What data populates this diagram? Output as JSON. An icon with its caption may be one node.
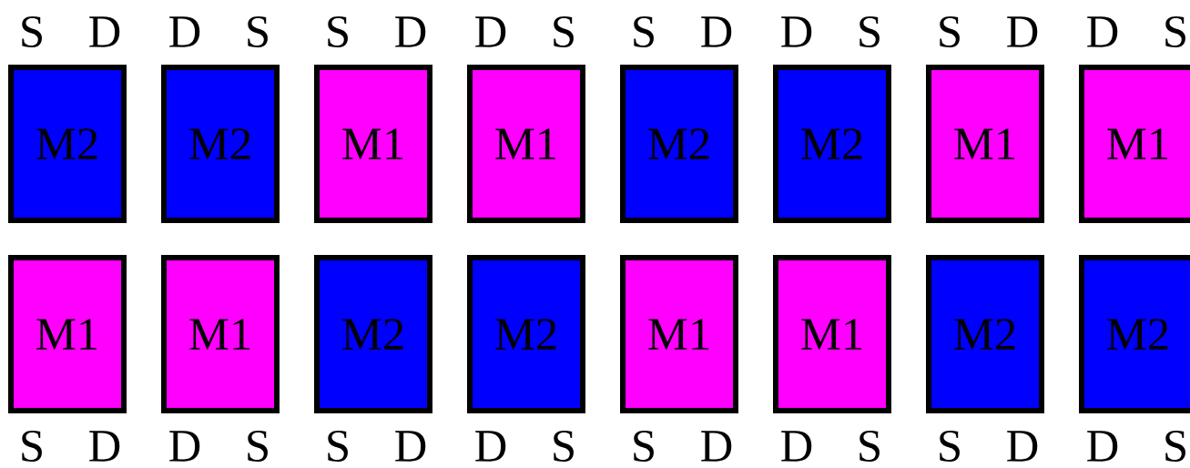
{
  "diagram": {
    "nodes": [
      {
        "text": [
          "M2"
        ]
      },
      {
        "text": [
          "M2"
        ]
      },
      {
        "text": [
          "M1"
        ]
      },
      {
        "text": [
          "M1"
        ]
      },
      {
        "text": [
          "M2"
        ]
      },
      {
        "text": [
          "M2"
        ]
      },
      {
        "text": [
          "M1"
        ]
      },
      {
        "text": [
          "M1"
        ]
      },
      {
        "text": [
          "M1"
        ]
      },
      {
        "text": [
          "M1"
        ]
      },
      {
        "text": [
          "M2"
        ]
      },
      {
        "text": [
          "M2"
        ]
      },
      {
        "text": [
          "M1"
        ]
      },
      {
        "text": [
          "M1"
        ]
      },
      {
        "text": [
          "M2"
        ]
      },
      {
        "text": [
          "M2"
        ]
      }
    ],
    "labels": [
      "S",
      "D",
      "D",
      "S",
      "S",
      "D",
      "D",
      "S",
      "S",
      "D",
      "D",
      "S",
      "S",
      "D",
      "D",
      "S",
      "S",
      "D",
      "D",
      "S",
      "S",
      "D",
      "D",
      "S",
      "S",
      "D",
      "D",
      "S",
      "S",
      "D",
      "D",
      "S"
    ]
  }
}
